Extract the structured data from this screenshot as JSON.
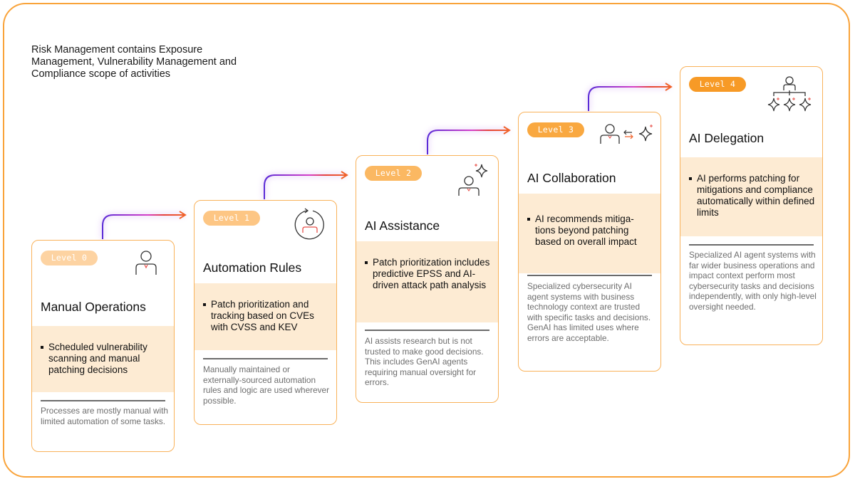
{
  "intro_text": "Risk Management contains Exposure Management, Vulnerability Management and Compliance scope of activities",
  "colors": {
    "frame": "#f9a33a",
    "card_border": "#f9b25a",
    "band": "#fdebd3",
    "arrow_start": "#5a2bd6",
    "arrow_mid": "#d63fc8",
    "arrow_end": "#f0622a",
    "pill_levels": [
      "#fdd3a2",
      "#fdc684",
      "#fbb862",
      "#f9a840",
      "#f79a26"
    ]
  },
  "levels": [
    {
      "badge": "Level 0",
      "title": "Manual Operations",
      "icon": "person-icon",
      "bullet": "Scheduled vulnerability scanning and manual patching decisions",
      "description": "Processes are mostly manual with limited automation of some tasks."
    },
    {
      "badge": "Level 1",
      "title": "Automation Rules",
      "icon": "person-cycle-icon",
      "bullet": "Patch prioritization and tracking based on CVEs with CVSS and KEV",
      "description": "Manually maintained or externally-sourced automation rules and logic are used wherever possible."
    },
    {
      "badge": "Level 2",
      "title": "AI Assistance",
      "icon": "person-sparkle-icon",
      "bullet": "Patch prioritization includes predictive EPSS and AI-driven attack path analysis",
      "description": "AI assists research but is not trusted to make good decisions. This includes GenAI agents requiring manual oversight for errors."
    },
    {
      "badge": "Level 3",
      "title": "AI Collaboration",
      "icon": "person-exchange-sparkle-icon",
      "bullet": "AI recommends mitiga-tions beyond patching based on overall impact",
      "description": "Specialized cybersecurity AI agent systems with business technology context are trusted with specific tasks and decisions. GenAI has limited uses where errors are acceptable."
    },
    {
      "badge": "Level 4",
      "title": "AI Delegation",
      "icon": "person-delegation-icon",
      "bullet": "AI performs patching for mitigations and compliance automatically within defined limits",
      "description": "Specialized AI agent systems with far wider business operations and impact context perform most cybersecurity tasks and decisions independently, with only high-level oversight needed."
    }
  ]
}
